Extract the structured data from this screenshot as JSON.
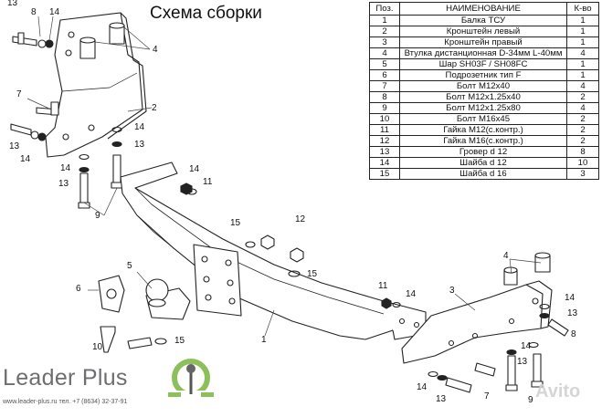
{
  "title": "Схема сборки",
  "top_cut_text": "...",
  "table": {
    "headers": [
      "Поз.",
      "НАИМЕНОВАНИЕ",
      "К-во"
    ],
    "rows": [
      {
        "pos": "1",
        "name": "Балка ТСУ",
        "qty": "1"
      },
      {
        "pos": "2",
        "name": "Кронштейн левый",
        "qty": "1"
      },
      {
        "pos": "3",
        "name": "Кронштейн правый",
        "qty": "1"
      },
      {
        "pos": "4",
        "name": "Втулка дистанционная D-34мм L-40мм",
        "qty": "4"
      },
      {
        "pos": "5",
        "name": "Шар SH03F / SH08FC",
        "qty": "1"
      },
      {
        "pos": "6",
        "name": "Подрозетник тип F",
        "qty": "1"
      },
      {
        "pos": "7",
        "name": "Болт М12х40",
        "qty": "4"
      },
      {
        "pos": "8",
        "name": "Болт М12х1.25х40",
        "qty": "2"
      },
      {
        "pos": "9",
        "name": "Болт М12х1.25х80",
        "qty": "4"
      },
      {
        "pos": "10",
        "name": "Болт М16х45",
        "qty": "2"
      },
      {
        "pos": "11",
        "name": "Гайка М12(с.контр.)",
        "qty": "2"
      },
      {
        "pos": "12",
        "name": "Гайка  М16(с.контр.)",
        "qty": "2"
      },
      {
        "pos": "13",
        "name": "Гровер d 12",
        "qty": "8"
      },
      {
        "pos": "14",
        "name": "Шайба d 12",
        "qty": "10"
      },
      {
        "pos": "15",
        "name": "Шайба d 16",
        "qty": "3"
      }
    ]
  },
  "callouts": [
    "8",
    "13",
    "14",
    "4",
    "7",
    "2",
    "14",
    "13",
    "13",
    "14",
    "14",
    "13",
    "9",
    "14",
    "11",
    "15",
    "12",
    "15",
    "5",
    "6",
    "1",
    "11",
    "14",
    "3",
    "4",
    "14",
    "13",
    "8",
    "10",
    "15",
    "7",
    "14",
    "13",
    "9",
    "13",
    "14"
  ],
  "brand": "Leader Plus",
  "contact": "www.leader-plus.ru   тел. +7 (8634) 32-37-91",
  "watermark": "Avito"
}
